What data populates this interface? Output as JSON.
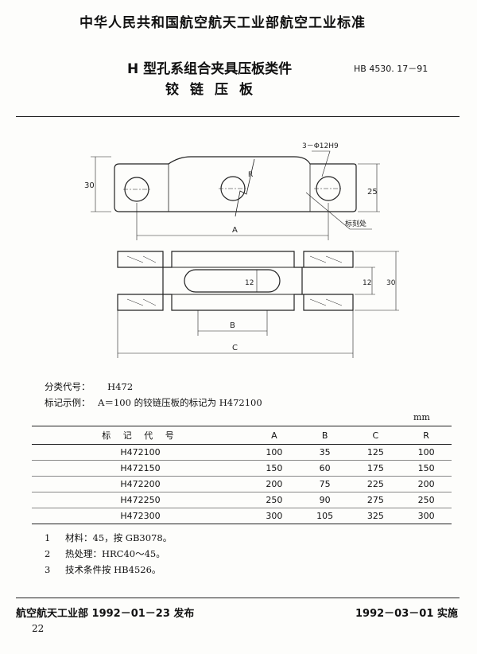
{
  "header": {
    "organization": "中华人民共和国航空航天工业部航空工业标准",
    "title_line1": "H 型孔系组合夹具压板类件",
    "title_line2": "铰链压板",
    "standard_no": "HB 4530. 17－91"
  },
  "drawing": {
    "hole_callout": "3－Φ12H9",
    "radius_label": "R",
    "dim_height_top": "30",
    "dim_25": "25",
    "dim_A": "A",
    "marking_label": "标刻处",
    "dim_12_inner": "12",
    "dim_12_outer": "12",
    "dim_30_side": "30",
    "dim_B": "B",
    "dim_C": "C"
  },
  "info": {
    "class_code_label": "分类代号：",
    "class_code_value": "H472",
    "example_label": "标记示例：",
    "example_text": "A＝100 的铰链压板的标记为 H472100"
  },
  "unit": "mm",
  "table": {
    "headers": [
      "标 记 代 号",
      "A",
      "B",
      "C",
      "R"
    ],
    "rows": [
      [
        "H472100",
        "100",
        "35",
        "125",
        "100"
      ],
      [
        "H472150",
        "150",
        "60",
        "175",
        "150"
      ],
      [
        "H472200",
        "200",
        "75",
        "225",
        "200"
      ],
      [
        "H472250",
        "250",
        "90",
        "275",
        "250"
      ],
      [
        "H472300",
        "300",
        "105",
        "325",
        "300"
      ]
    ]
  },
  "notes": [
    {
      "num": "1",
      "text": "材料：45，按 GB3078。"
    },
    {
      "num": "2",
      "text": "热处理：HRC40～45。"
    },
    {
      "num": "3",
      "text": "技术条件按 HB4526。"
    }
  ],
  "footer": {
    "issued": "航空航天工业部 1992－01－23 发布",
    "effective": "1992－03－01 实施",
    "page_no": "22"
  }
}
